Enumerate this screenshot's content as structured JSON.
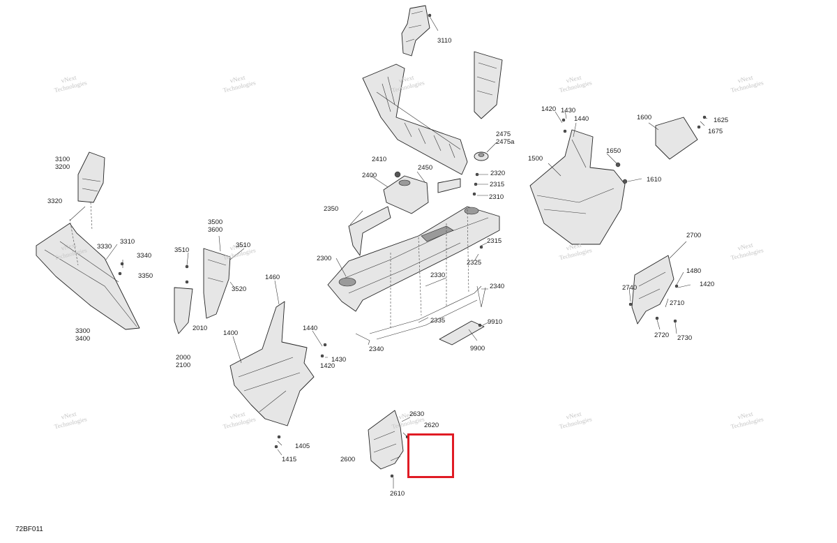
{
  "diagram": {
    "code": "72BF011",
    "watermark": {
      "line1": "vNext",
      "line2": "Technologies"
    },
    "labels": [
      "3110",
      "2475",
      "2475a",
      "1420",
      "1430",
      "1440",
      "1600",
      "1625",
      "1675",
      "3100",
      "3200",
      "2410",
      "2320",
      "2450",
      "1650",
      "1500",
      "2400",
      "2315",
      "1610",
      "2310",
      "3320",
      "2350",
      "3500",
      "3600",
      "3310",
      "3330",
      "3510",
      "3510",
      "3340",
      "3350",
      "2300",
      "2315",
      "2325",
      "2700",
      "3520",
      "1460",
      "2330",
      "2340",
      "1480",
      "1420",
      "2740",
      "2710",
      "9910",
      "2010",
      "1440",
      "1400",
      "2335",
      "3300",
      "3400",
      "9900",
      "2720",
      "2730",
      "2340",
      "1430",
      "2000",
      "2100",
      "1420",
      "2630",
      "2620",
      "1405",
      "2600",
      "1415",
      "2610"
    ]
  }
}
